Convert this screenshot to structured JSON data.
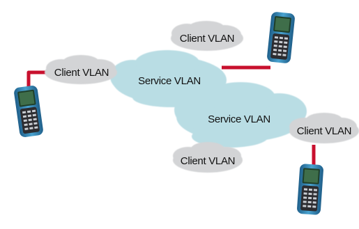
{
  "diagram": {
    "clouds": [
      {
        "id": "client-top",
        "label": "Client VLAN",
        "kind": "client"
      },
      {
        "id": "client-left",
        "label": "Client VLAN",
        "kind": "client"
      },
      {
        "id": "service-main",
        "label": "Service VLAN",
        "kind": "service"
      },
      {
        "id": "service-second",
        "label": "Service VLAN",
        "kind": "service"
      },
      {
        "id": "client-right",
        "label": "Client VLAN",
        "kind": "client"
      },
      {
        "id": "client-bottom",
        "label": "Client VLAN",
        "kind": "client"
      }
    ],
    "devices": [
      {
        "id": "tester-left",
        "icon": "handheld-tester-icon"
      },
      {
        "id": "tester-top-right",
        "icon": "handheld-tester-icon"
      },
      {
        "id": "tester-bottom-right",
        "icon": "handheld-tester-icon"
      }
    ],
    "colors": {
      "client_cloud": "#d3d4d6",
      "service_cloud": "#b9dde4",
      "link": "#c8102e",
      "device_body": "#3a8fbf",
      "device_screen": "#1f3f2a"
    }
  }
}
